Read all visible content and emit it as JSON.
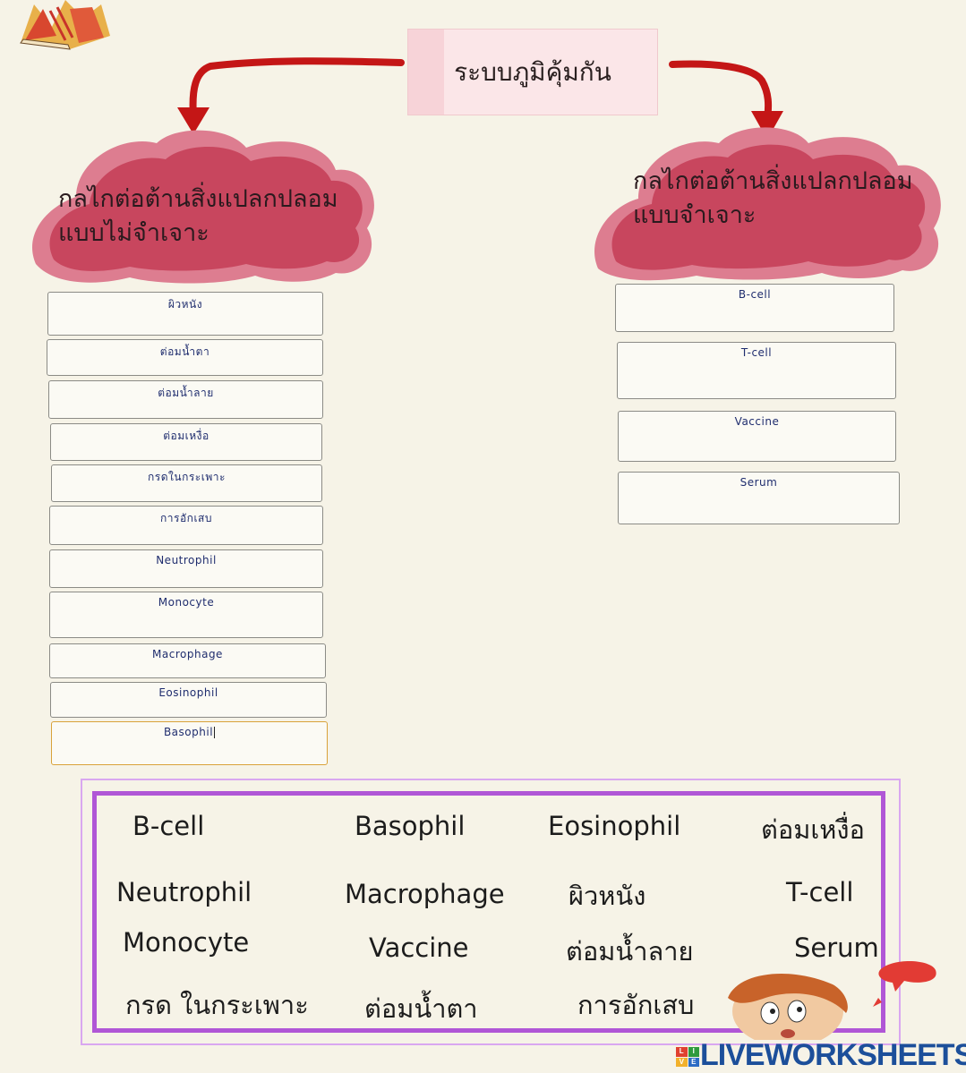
{
  "title": "ระบบภูมิคุ้มกัน",
  "left_branch": {
    "line1": "กลไกต่อต้านสิ่งแปลกปลอม",
    "line2": "แบบไม่จำเจาะ",
    "fields": [
      "ผิวหนัง",
      "ต่อมน้ำตา",
      "ต่อมน้ำลาย",
      "ต่อมเหงื่อ",
      "กรดในกระเพาะ",
      "การอักเสบ",
      "Neutrophil",
      "Monocyte",
      "Macrophage",
      "Eosinophil",
      "Basophil"
    ]
  },
  "right_branch": {
    "line1": "กลไกต่อต้านสิ่งแปลกปลอม",
    "line2": "แบบจำเจาะ",
    "fields": [
      "B-cell",
      "T-cell",
      "Vaccine",
      "Serum"
    ]
  },
  "word_bank": [
    "B-cell",
    "Basophil",
    "Eosinophil",
    "ต่อมเหงื่อ",
    "Neutrophil",
    "Macrophage",
    "ผิวหนัง",
    "T-cell",
    "Monocyte",
    "Vaccine",
    "ต่อมน้ำลาย",
    "Serum",
    "กรด ในกระเพาะ",
    "ต่อมน้ำตา",
    "การอักเสบ"
  ],
  "branding": {
    "logo_text": "LIVEWORKSHEETS",
    "badge": [
      "L",
      "I",
      "V",
      "E"
    ]
  },
  "colors": {
    "cloud": "#c8465e",
    "cloud_shadow": "#dd7d90",
    "arrow": "#c41616",
    "bank_border": "#b056d6",
    "field_text": "#1f2d6e",
    "logo": "#1c4f9a"
  }
}
